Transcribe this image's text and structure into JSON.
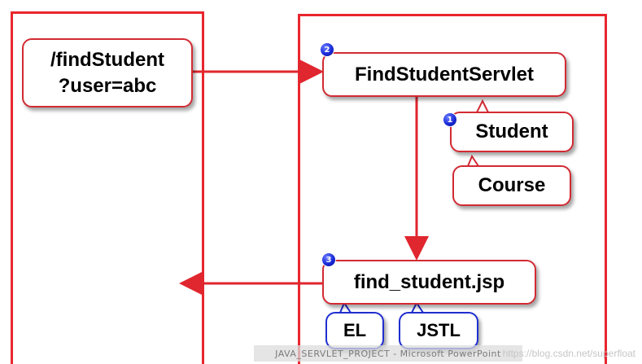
{
  "diagram": {
    "request": {
      "line1": "/findStudent",
      "line2": "?user=abc"
    },
    "servlet": "FindStudentServlet",
    "student": "Student",
    "course": "Course",
    "jsp": "find_student.jsp",
    "el": "EL",
    "jstl": "JSTL",
    "badges": [
      "1",
      "2",
      "3"
    ]
  },
  "footer": {
    "caption": "JAVA_SERVLET_PROJECT - Microsoft PowerPoint",
    "watermark": "https://blog.csdn.net/superfloat"
  },
  "colors": {
    "frame": "#e8262e",
    "node_border": "#d22b33",
    "callout_border": "#1f2fd0",
    "arrow": "#e0262e",
    "badge": "#1a2bd8"
  }
}
